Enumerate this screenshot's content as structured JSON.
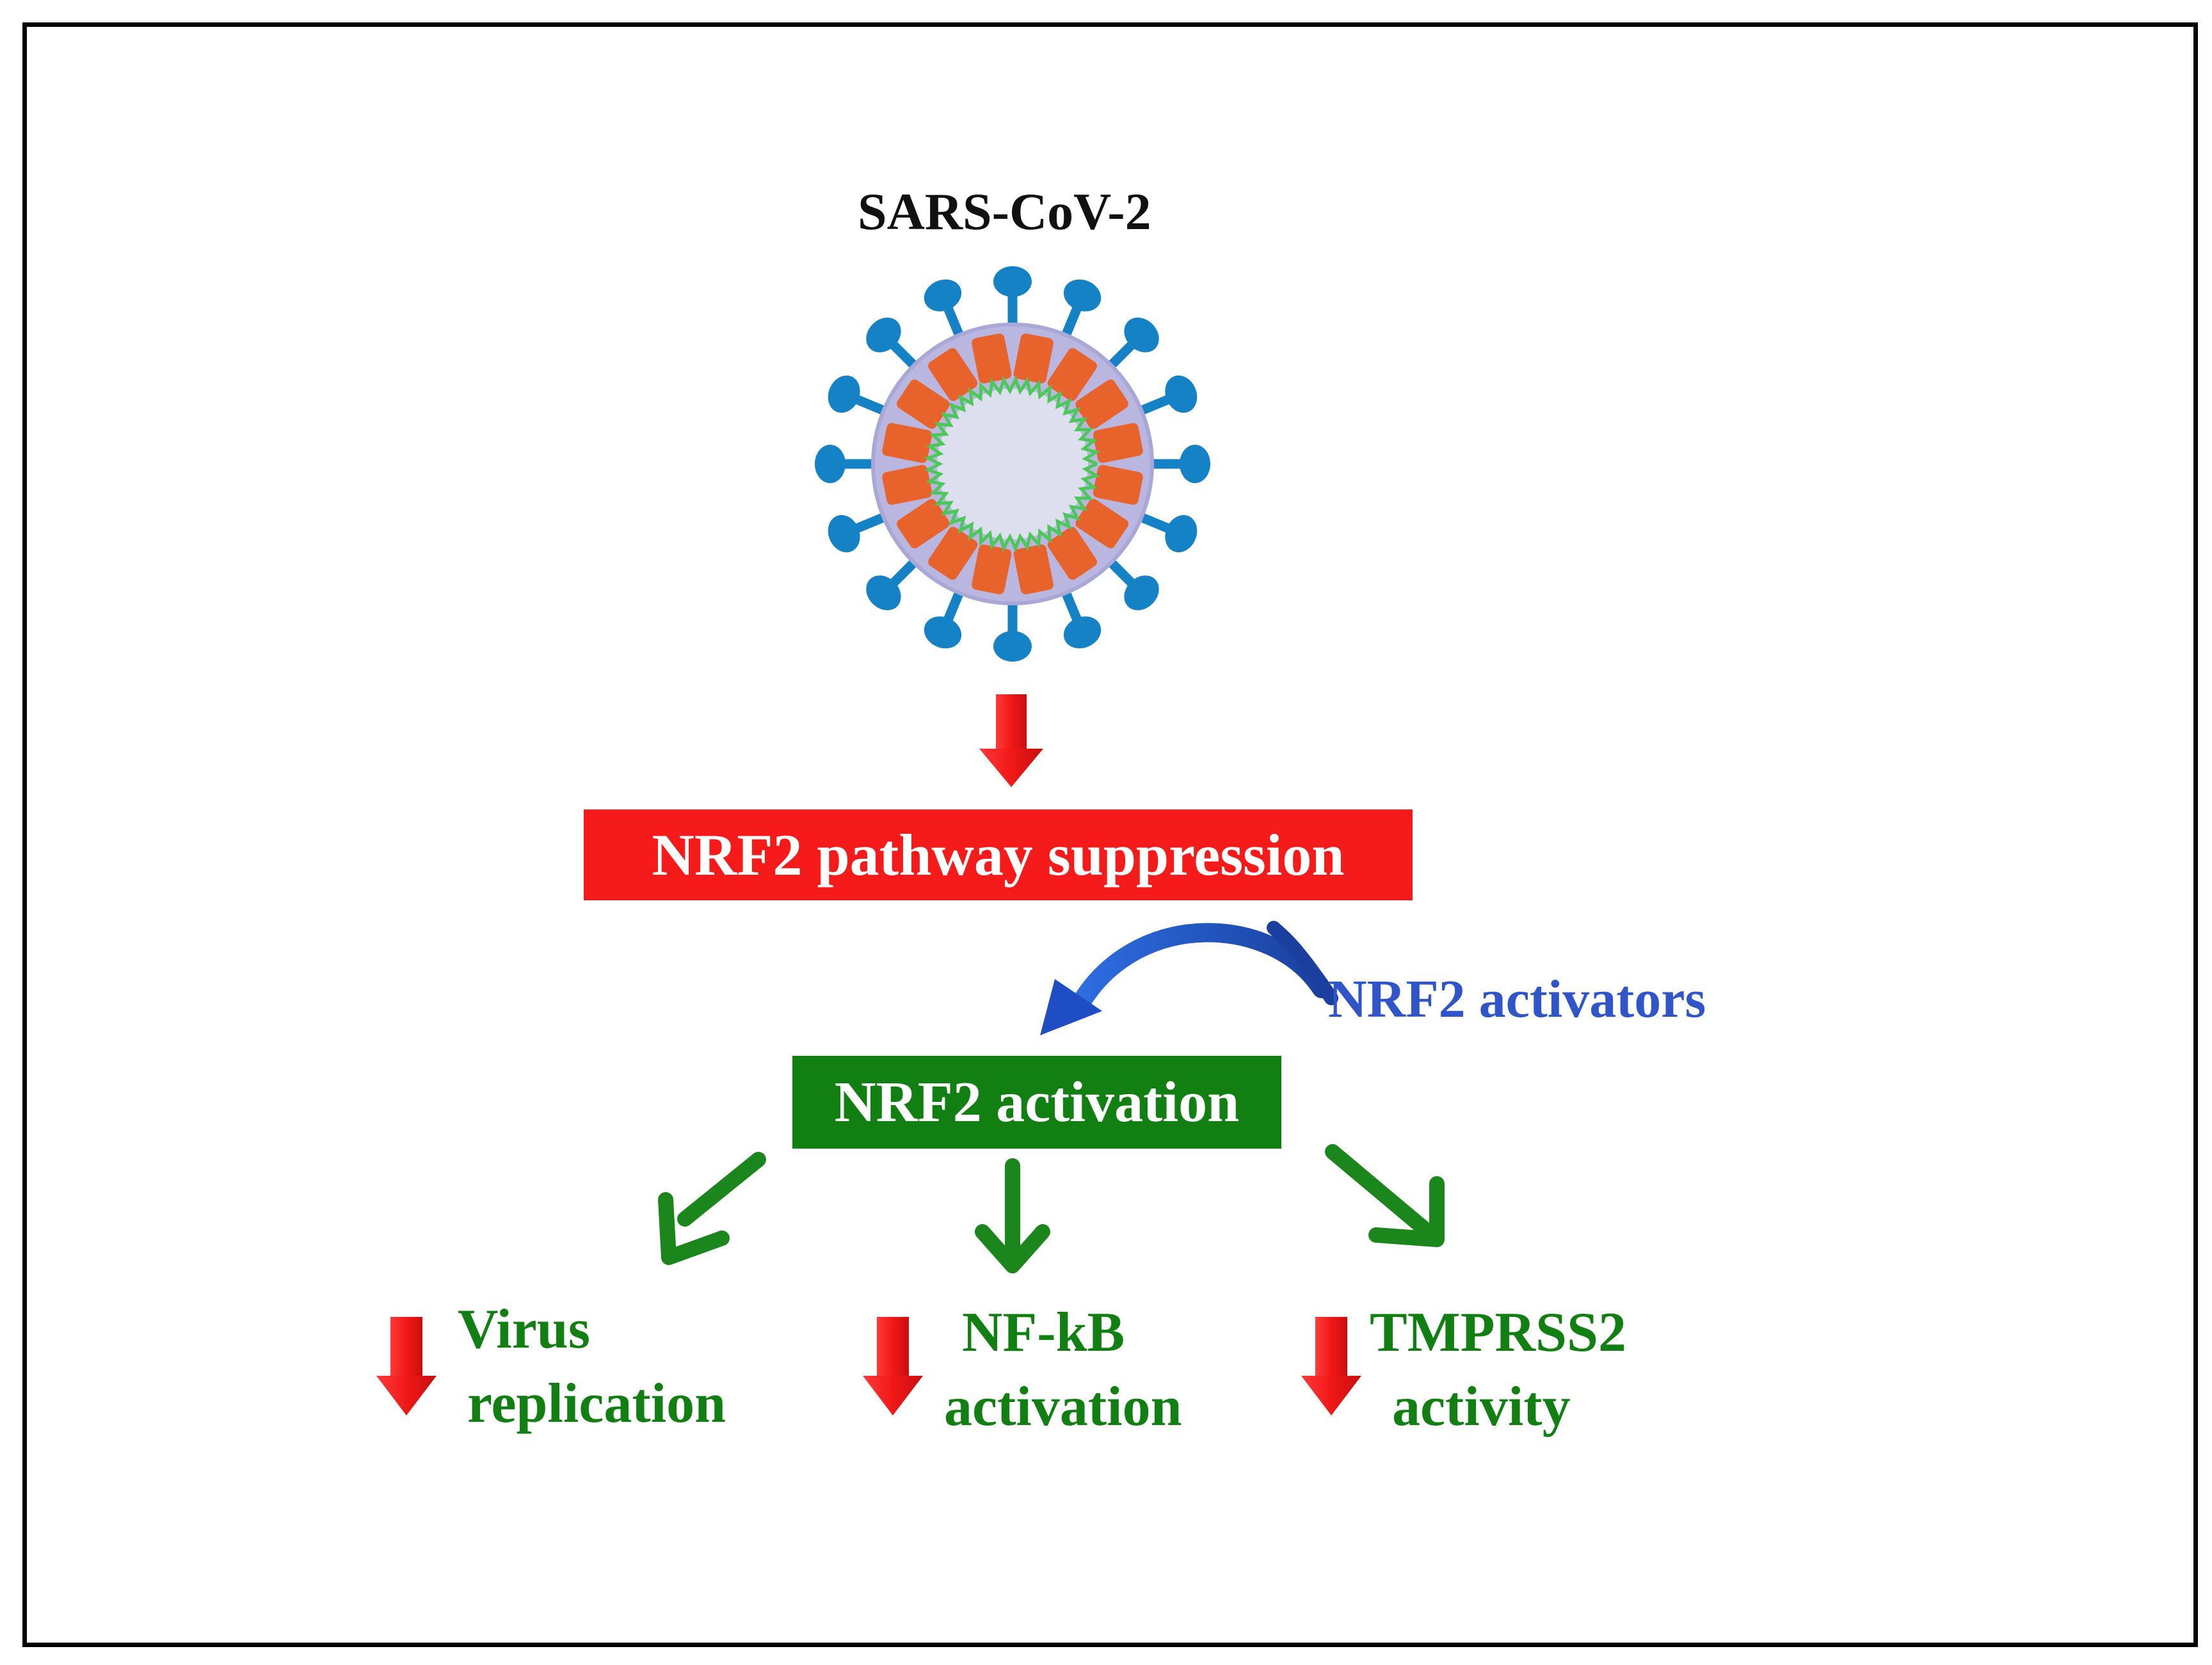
{
  "diagram": {
    "virus_label": "SARS-CoV-2",
    "suppression_label": "NRF2 pathway suppression",
    "activators_label": "NRF2 activators",
    "activation_label": "NRF2 activation",
    "outcomes": [
      {
        "line1": "Virus",
        "line2": "replication"
      },
      {
        "line1": "NF-kB",
        "line2": "activation"
      },
      {
        "line1": "TMPRSS2",
        "line2": "activity"
      }
    ]
  },
  "colors": {
    "suppression_box": "#f51b1b",
    "activation_box": "#127f12",
    "outcome_text": "#127f12",
    "activators_text": "#2f55c8",
    "down_arrow": "#f01818",
    "branch_arrow": "#1b861b",
    "curve_arrow": "#1f4ec4",
    "spike": "#1682c6",
    "membrane_protein": "#e8632c",
    "rna": "#4cc75a",
    "envelope": "#b9b7df",
    "core": "#dedfee"
  },
  "icons": {
    "virus": "coronavirus-particle-icon",
    "decrease": "red-down-arrow-icon"
  }
}
